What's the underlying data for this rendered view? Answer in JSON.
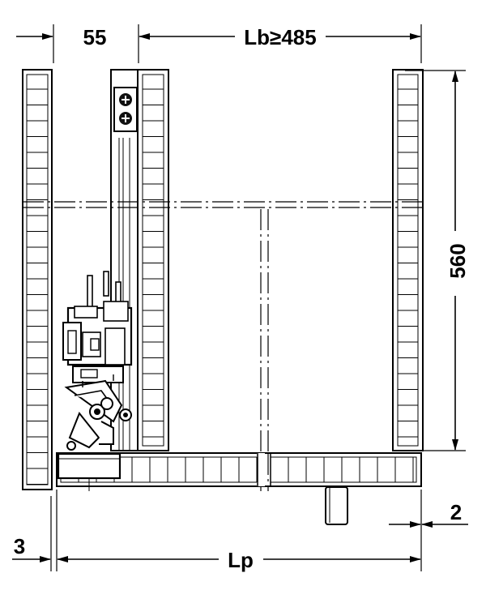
{
  "dimensions": {
    "side_offset": "55",
    "inner_width": "Lb≥485",
    "depth": "560",
    "right_gap": "2",
    "left_gap": "3",
    "panel_length": "Lp"
  },
  "colors": {
    "line": "#000000",
    "background": "#ffffff",
    "fill_dark": "#111111"
  }
}
